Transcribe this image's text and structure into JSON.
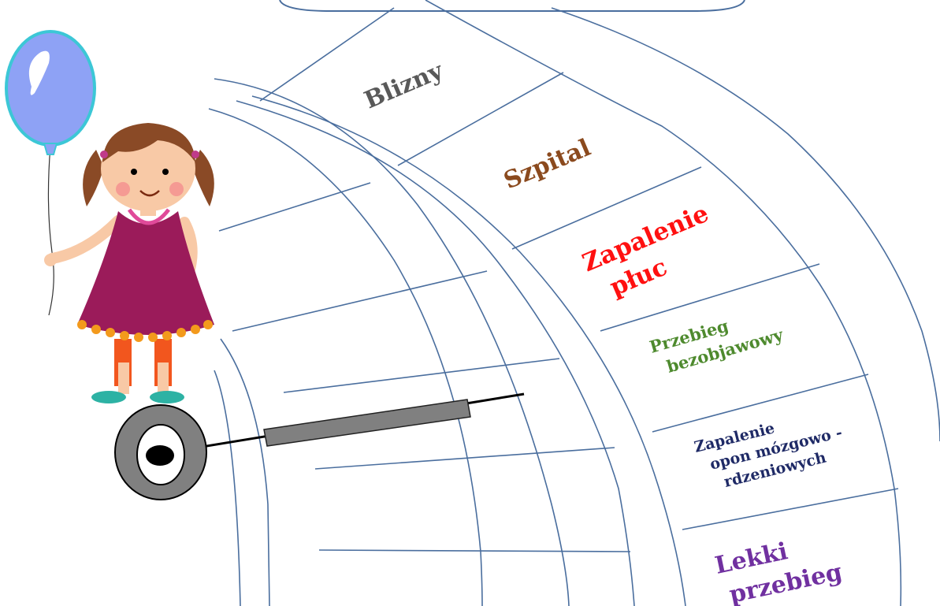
{
  "segments": [
    {
      "id": "blizny",
      "lines": [
        "Blizny"
      ],
      "color": "#595959"
    },
    {
      "id": "szpital",
      "lines": [
        "Szpital"
      ],
      "color": "#8B4A1E"
    },
    {
      "id": "zapalenie-pluc",
      "lines": [
        "Zapalenie",
        "płuc"
      ],
      "color": "#FF1010"
    },
    {
      "id": "przebieg-bezobjawowy",
      "lines": [
        "Przebieg",
        "bezobjawowy"
      ],
      "color": "#4E8A2E"
    },
    {
      "id": "zapalenie-opon",
      "lines": [
        "Zapalenie",
        "opon mózgowo -",
        "rdzeniowych"
      ],
      "color": "#1F2A66"
    },
    {
      "id": "lekki-przebieg",
      "lines": [
        "Lekki",
        "przebieg"
      ],
      "color": "#7030A0"
    }
  ],
  "colors": {
    "line": "#4A6E9E",
    "dress": "#9B1B5A",
    "balloon": "#8EA2F5",
    "balloon_outline": "#3CC7D6",
    "hair": "#8A4A26",
    "skin": "#F8C9A6",
    "legs": "#F2561E",
    "shoes": "#2DB2A4",
    "dial": "#808080",
    "needle": "#777777"
  },
  "icons": {
    "girl": "girl-with-balloon-illustration",
    "balloon": "balloon-icon",
    "dial": "dial-pivot-icon",
    "needle": "needle-pointer-icon"
  }
}
